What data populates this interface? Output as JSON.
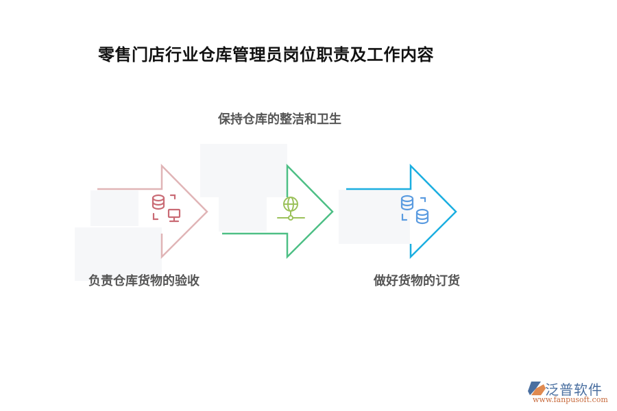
{
  "title": "零售门店行业仓库管理员岗位职责及工作内容",
  "steps": [
    {
      "label": "负责仓库货物的验收",
      "icon": "database-computer-transfer-icon",
      "color": "#e0b4b6",
      "icon_color": "#c96a74"
    },
    {
      "label": "保持仓库的整洁和卫生",
      "icon": "globe-network-icon",
      "color": "#4dbf85",
      "icon_color": "#9bc15a"
    },
    {
      "label": "做好货物的订货",
      "icon": "database-sync-icon",
      "color": "#1aaee0",
      "icon_color": "#5a9be0"
    }
  ],
  "logo": {
    "name": "泛普软件",
    "url": "www.fanpusoft.com"
  }
}
